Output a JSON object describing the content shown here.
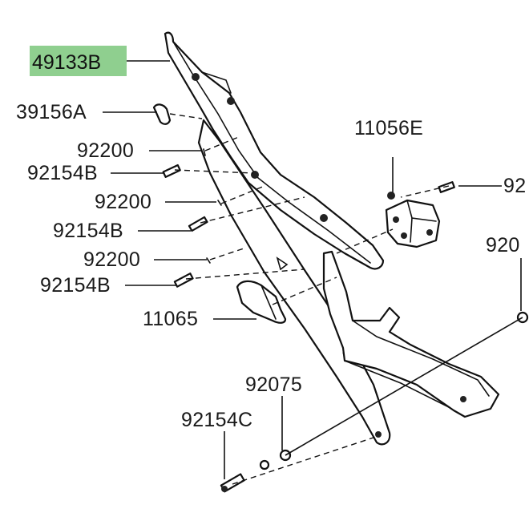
{
  "colors": {
    "highlight": "#8fcf8f",
    "ink": "#111111",
    "background": "#ffffff"
  },
  "labels": {
    "l49133B": "49133B",
    "l39156A": "39156A",
    "l92200_1": "92200",
    "l92154B_1": "92154B",
    "l92200_2": "92200",
    "l92154B_2": "92154B",
    "l92200_3": "92200",
    "l92154B_3": "92154B",
    "l11065": "11065",
    "l11056E": "11056E",
    "l92_right": "92",
    "l920_right": "920",
    "l92075": "92075",
    "l92154C": "92154C"
  },
  "highlighted_label": "49133B"
}
